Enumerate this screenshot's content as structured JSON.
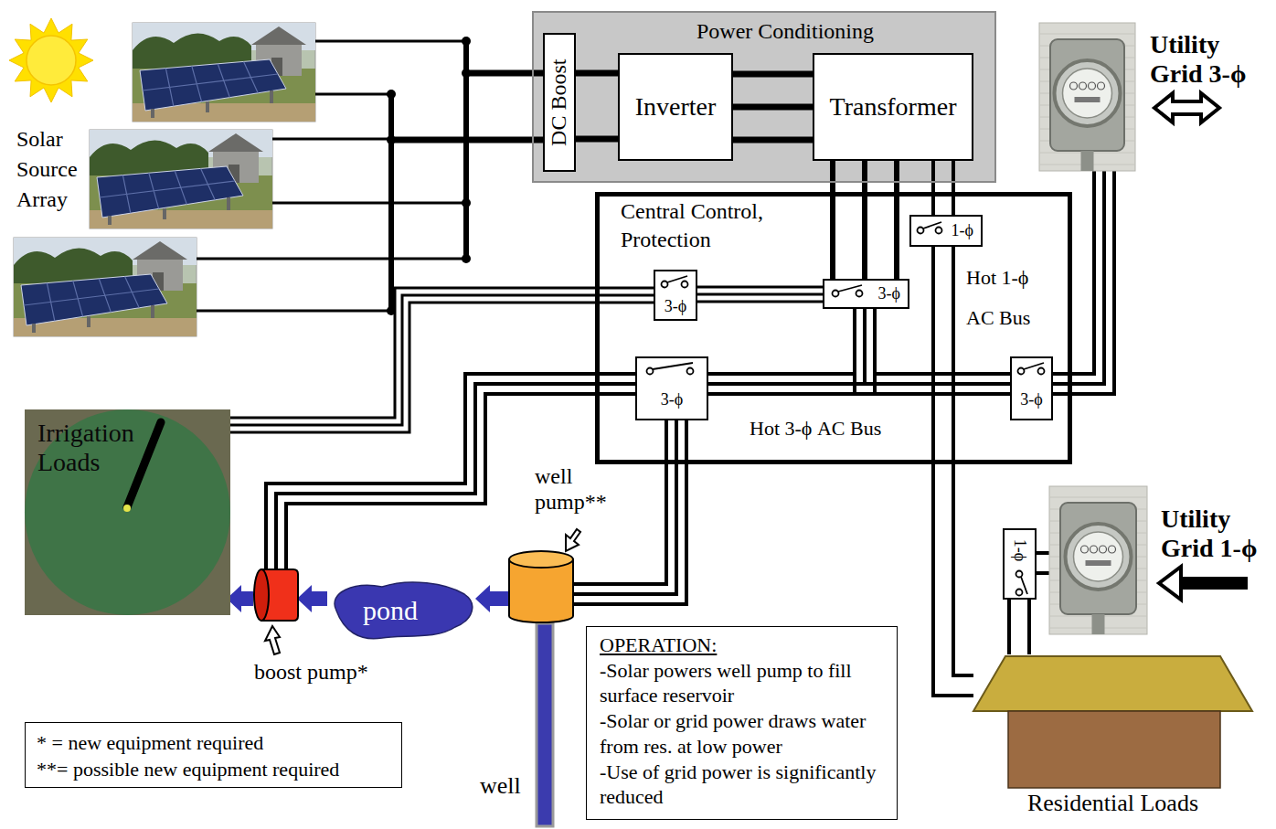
{
  "diagram": {
    "nodes": [
      {
        "text": [
          "Power Conditioning"
        ]
      },
      {
        "text": [
          "DC Boost"
        ],
        "in": 0
      },
      {
        "text": [
          "Inverter"
        ],
        "in": 0
      },
      {
        "text": [
          "Transformer"
        ],
        "in": 0
      },
      {
        "text": [
          "Utility Grid 3-ϕ"
        ]
      },
      {
        "text": [
          "Central Control, Protection"
        ]
      },
      {
        "text": [
          "1-ϕ"
        ],
        "in": 5
      },
      {
        "text": [
          "3-ϕ"
        ],
        "in": 5
      },
      {
        "text": [
          "3-ϕ"
        ],
        "in": 5
      },
      {
        "text": [
          "3-ϕ"
        ],
        "in": 5
      },
      {
        "text": [
          "3-ϕ"
        ],
        "in": 5
      },
      {
        "text": [
          "Irrigation Loads"
        ]
      },
      {
        "text": [
          "well pump**"
        ]
      },
      {
        "text": [
          "Utility Grid 1-ϕ"
        ]
      },
      {
        "text": [
          "1-ϕ"
        ]
      },
      {
        "text": [
          "boost pump*"
        ]
      },
      {
        "text": [
          "pond"
        ]
      },
      {
        "text": [
          "OPERATION:",
          "-Solar powers well pump to fill surface reservoir",
          "-Solar or grid power draws water from res. at low power",
          "-Use of grid power is significantly reduced"
        ]
      },
      {
        "text": [
          "Residential Loads"
        ]
      },
      {
        "text": [
          "* = new equipment required",
          "**= possible new equipment required"
        ]
      }
    ],
    "edges": [
      {
        "from": 1,
        "to": 2,
        "arrow": "none"
      },
      {
        "from": 2,
        "to": 3,
        "arrow": "none"
      },
      {
        "from": 3,
        "to": 8,
        "arrow": "none"
      },
      {
        "from": 3,
        "to": 6,
        "arrow": "none"
      },
      {
        "from": 8,
        "to": 7,
        "arrow": "none"
      },
      {
        "from": 8,
        "to": 9,
        "arrow": "none"
      },
      {
        "from": 8,
        "to": 10,
        "arrow": "none"
      },
      {
        "from": 10,
        "to": 4,
        "arrow": "none"
      },
      {
        "from": 9,
        "to": 15,
        "arrow": "none"
      },
      {
        "from": 9,
        "to": 12,
        "arrow": "none"
      },
      {
        "from": 7,
        "to": 11,
        "arrow": "none"
      },
      {
        "from": 6,
        "to": 18,
        "arrow": "none"
      },
      {
        "from": 13,
        "to": 14,
        "arrow": "none"
      },
      {
        "from": 14,
        "to": 18,
        "arrow": "none"
      },
      {
        "from": 12,
        "to": 16,
        "arrow": "to"
      },
      {
        "from": 16,
        "to": 15,
        "arrow": "to"
      },
      {
        "from": 15,
        "to": 11,
        "arrow": "to"
      }
    ],
    "labels": [
      "Solar Source Array",
      "Hot 1-ϕ AC Bus",
      "Hot 3-ϕ AC Bus",
      "well"
    ]
  }
}
